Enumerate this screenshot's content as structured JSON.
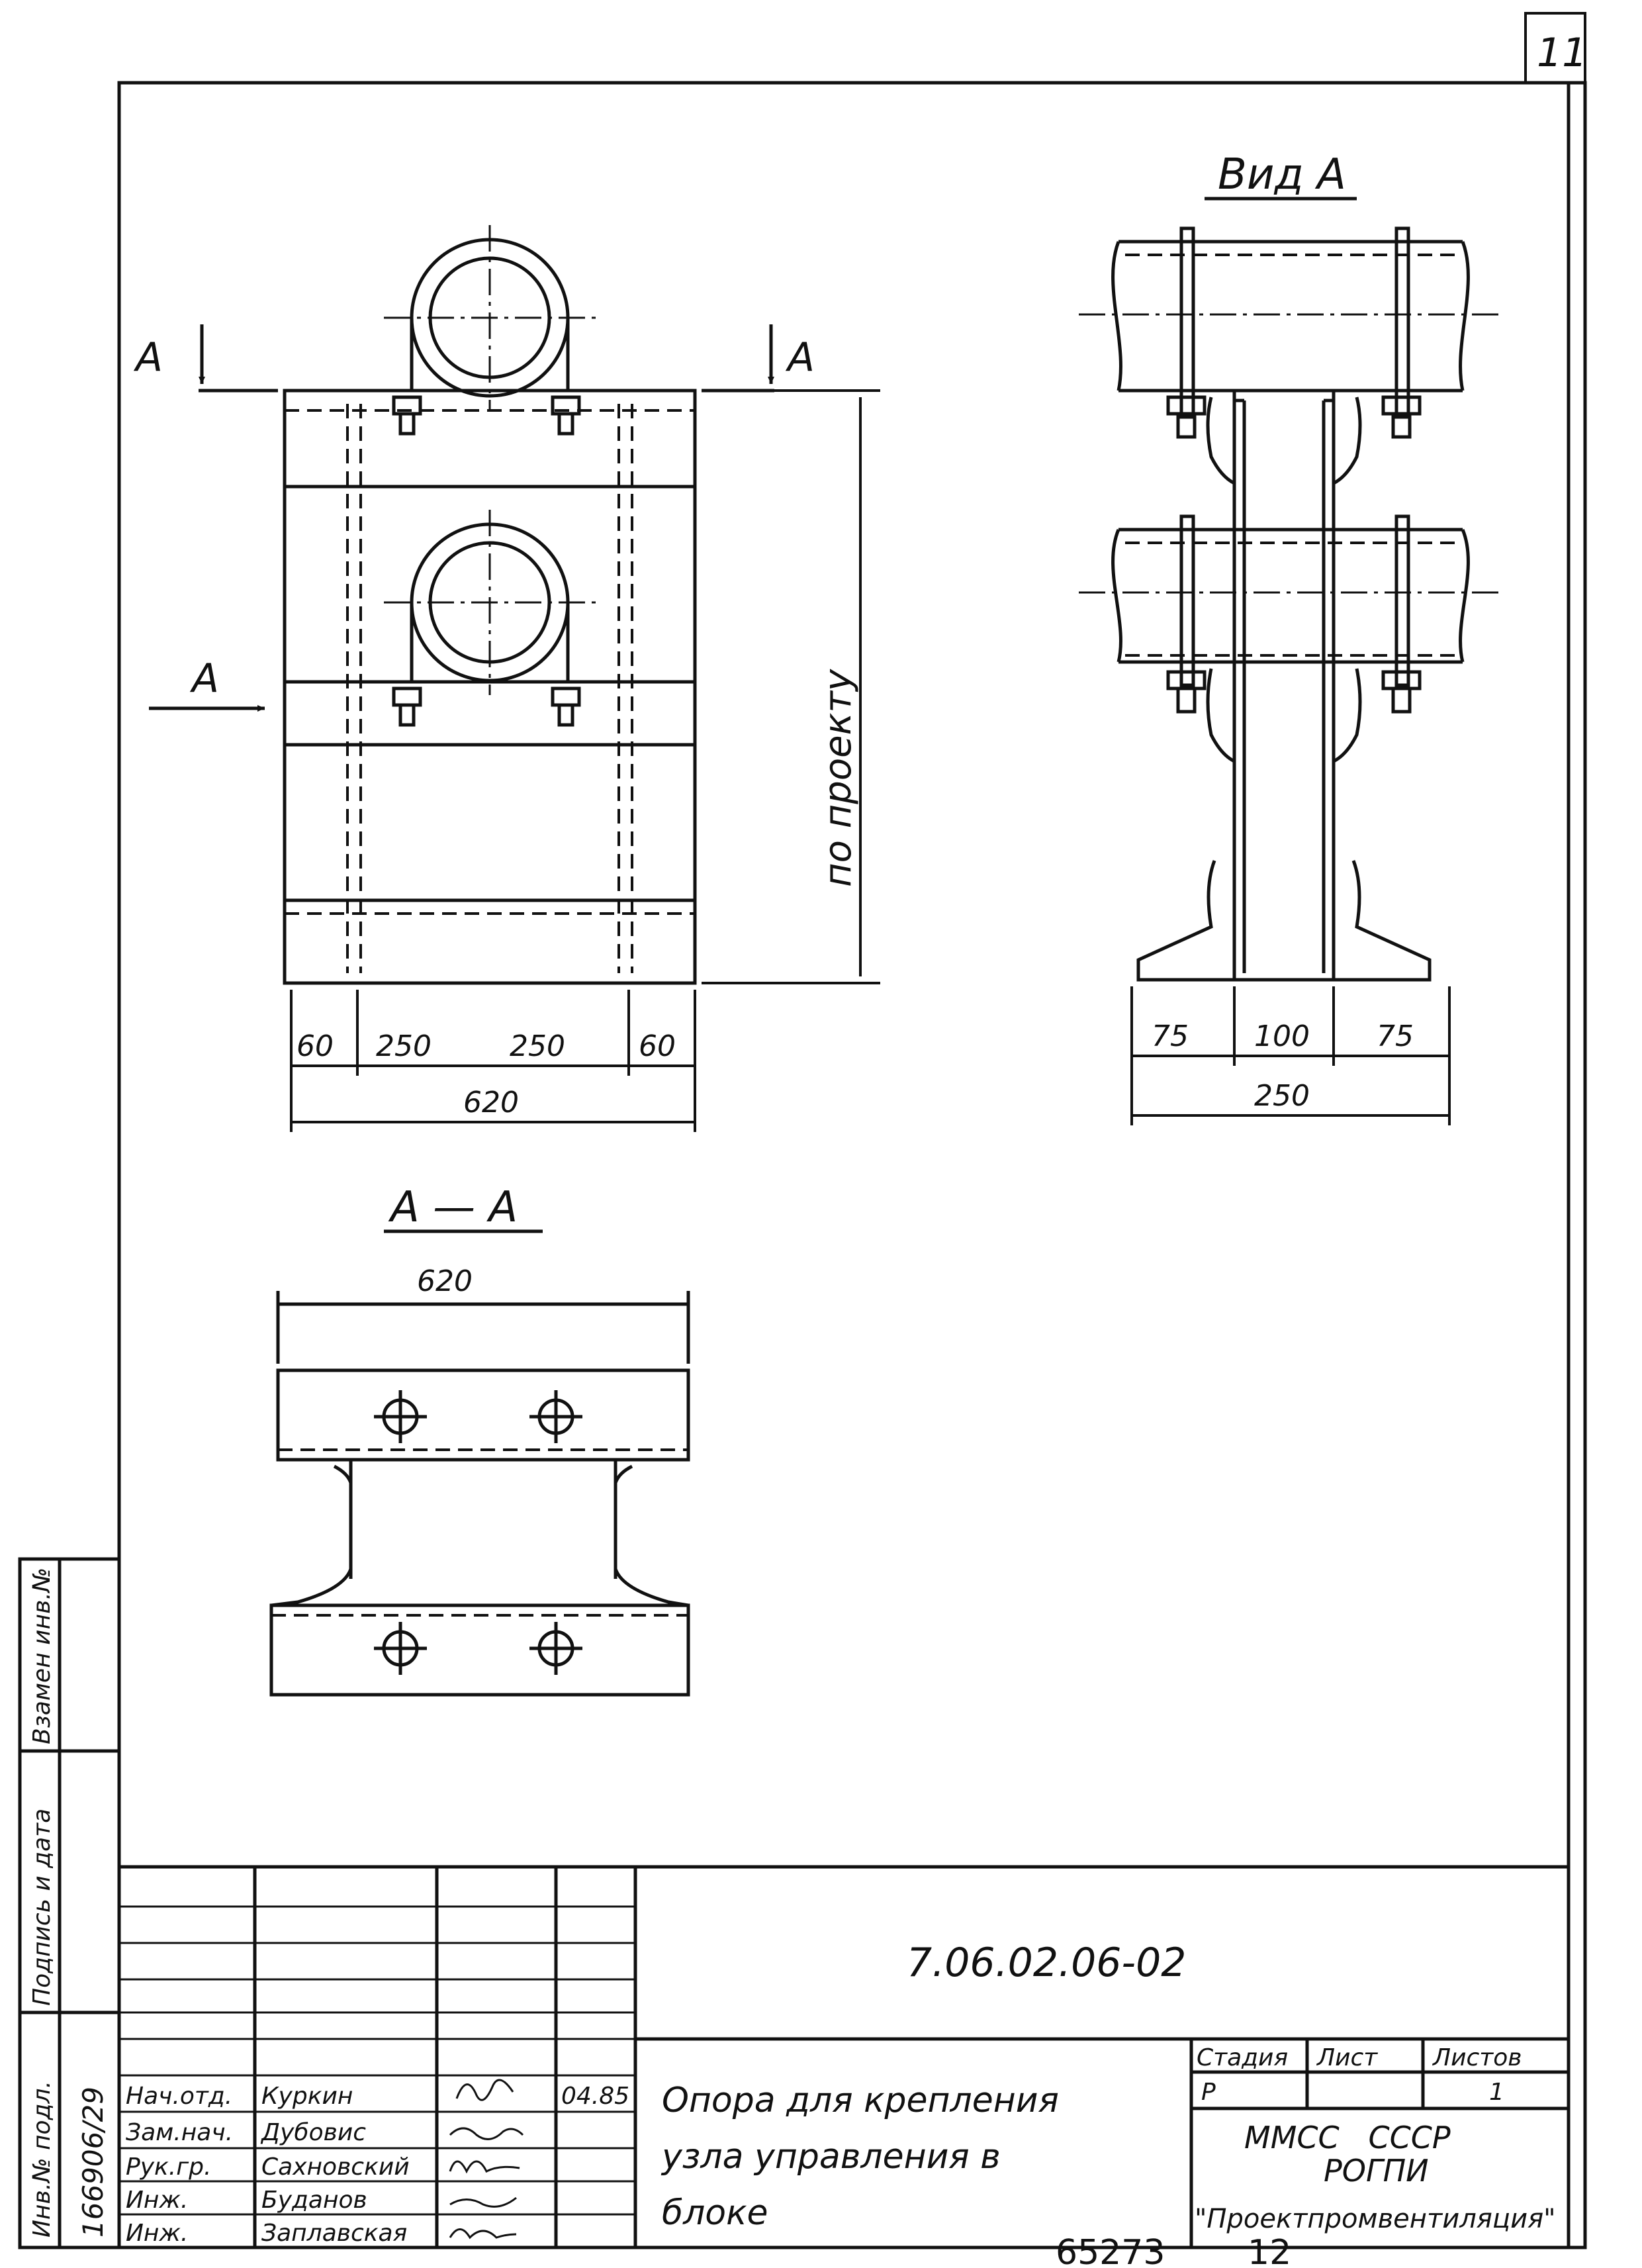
{
  "sheet_number": "11",
  "views": {
    "view_a_title": "Вид А",
    "section_title": "А — А",
    "cut_label_left": "А",
    "cut_label_right": "А",
    "arrow_label": "А",
    "height_note": "по проекту"
  },
  "dims_front": {
    "d1": "60",
    "d2": "250",
    "d3": "250",
    "d4": "60",
    "total": "620"
  },
  "dims_side": {
    "d1": "75",
    "d2": "100",
    "d3": "75",
    "total": "250"
  },
  "dims_section": {
    "total": "620"
  },
  "side_stamp": {
    "col1": "Инв.№ подл.",
    "col1_value": "166906/29",
    "col2": "Подпись и дата",
    "col3": "Взамен инв.№"
  },
  "title_block": {
    "doc_code": "7.06.02.06-02",
    "title_lines": [
      "Опора для крепления",
      "узла управления в",
      "блоке"
    ],
    "roles": [
      "Нач.отд.",
      "Зам.нач.",
      "Рук.гр.",
      "Инж.",
      "Инж."
    ],
    "names": [
      "Куркин",
      "Дубовис",
      "Сахновский",
      "Буданов",
      "Заплавская"
    ],
    "date": "04.85",
    "stage_header": "Стадия",
    "sheet_header": "Лист",
    "sheets_header": "Листов",
    "stage_value": "Р",
    "sheets_value": "1",
    "org_line1": "ММСС   СССР",
    "org_line2": "РОГПИ",
    "org_line3": "\"Проектпромвентиляция\""
  },
  "footer": {
    "number": "65273",
    "page": "12"
  }
}
